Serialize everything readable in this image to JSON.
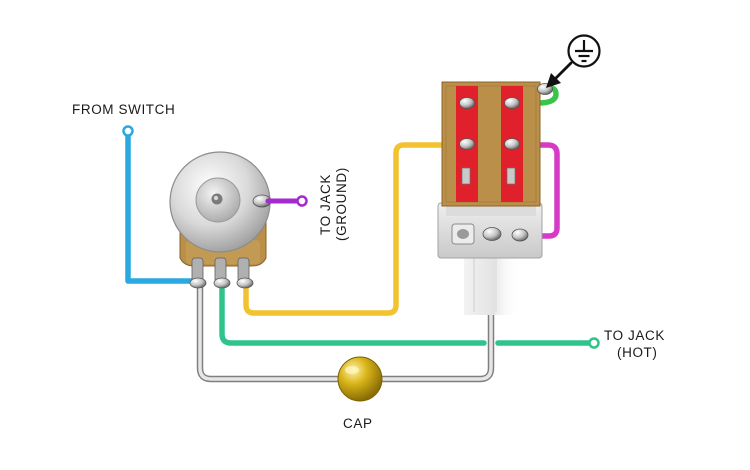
{
  "labels": {
    "from_switch": "FROM SWITCH",
    "to_jack_ground_line1": "TO JACK",
    "to_jack_ground_line2": "(GROUND)",
    "to_jack_hot_line1": "TO JACK",
    "to_jack_hot_line2": "(HOT)",
    "cap": "CAP"
  },
  "icons": {
    "ground_symbol": "ground-icon",
    "arrow": "arrow-icon"
  },
  "wire_colors": {
    "from_switch": "#29a9e0",
    "jack_ground": "#a42ad0",
    "jack_hot": "#2ec48c",
    "yellow": "#f2c230",
    "magenta": "#d63ac6",
    "green_top": "#39c54a",
    "capacitor_leads": "#d9d9d9"
  },
  "component_colors": {
    "switch_board": "#b98f4a",
    "switch_strip": "#e0212b",
    "capacitor": "#d8b419"
  }
}
